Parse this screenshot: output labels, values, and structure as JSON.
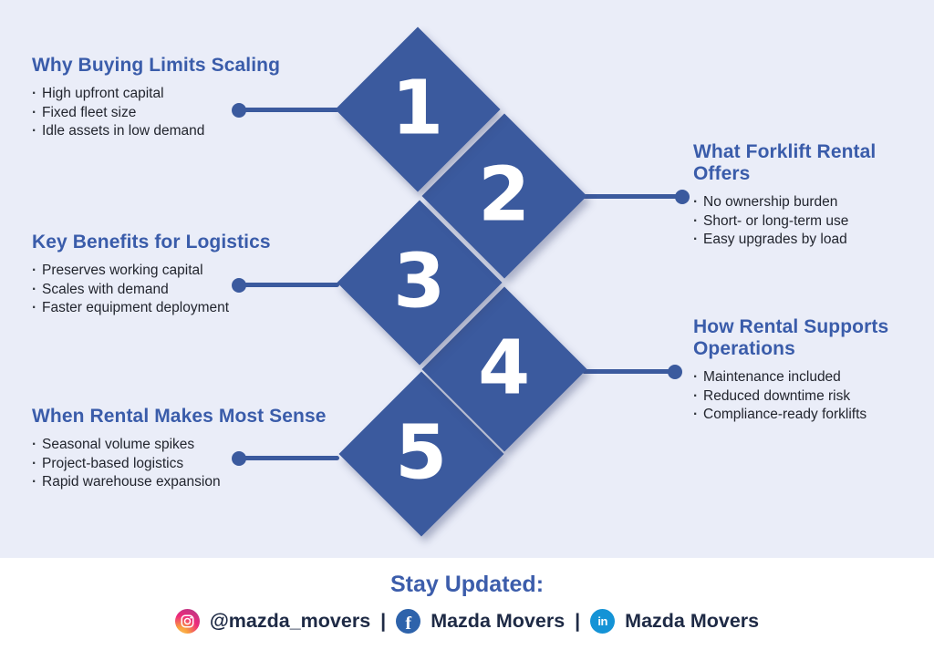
{
  "ui": {
    "bullet_char": "·"
  },
  "sections": [
    {
      "number": "1",
      "side": "left",
      "title": "Why Buying Limits Scaling",
      "bullets": [
        "High upfront capital",
        "Fixed fleet size",
        "Idle assets in low demand"
      ]
    },
    {
      "number": "2",
      "side": "right",
      "title": "What Forklift Rental Offers",
      "bullets": [
        "No ownership burden",
        "Short- or long-term use",
        "Easy upgrades by load"
      ]
    },
    {
      "number": "3",
      "side": "left",
      "title": "Key Benefits for Logistics",
      "bullets": [
        "Preserves working capital",
        "Scales with demand",
        "Faster equipment deployment"
      ]
    },
    {
      "number": "4",
      "side": "right",
      "title": "How Rental Supports Operations",
      "bullets": [
        "Maintenance included",
        "Reduced downtime risk",
        "Compliance-ready forklifts"
      ]
    },
    {
      "number": "5",
      "side": "left",
      "title": "When Rental Makes Most Sense",
      "bullets": [
        "Seasonal volume spikes",
        "Project-based logistics",
        "Rapid warehouse expansion"
      ]
    }
  ],
  "footer": {
    "heading": "Stay Updated:",
    "separator": "|",
    "socials": [
      {
        "network": "instagram",
        "handle": "@mazda_movers"
      },
      {
        "network": "facebook",
        "handle": "Mazda Movers",
        "icon_text": "f"
      },
      {
        "network": "linkedin",
        "handle": "Mazda Movers",
        "icon_text": "in"
      }
    ]
  },
  "colors": {
    "background": "#eaedf8",
    "footer_background": "#ffffff",
    "diamond_blue": "#3b5a9e",
    "heading_blue": "#3a5caa",
    "body_text": "#22252e",
    "social_text": "#1e2a45",
    "facebook_blue": "#2e63ab",
    "linkedin_blue": "#1493d6"
  }
}
